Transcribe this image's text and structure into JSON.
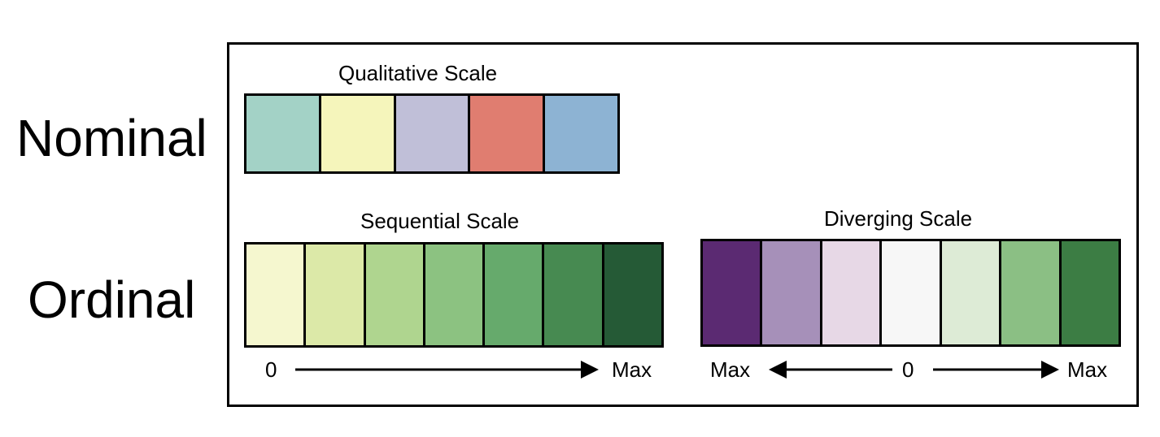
{
  "rows": {
    "nominal": "Nominal",
    "ordinal": "Ordinal"
  },
  "qualitative": {
    "title": "Qualitative Scale",
    "colors": [
      "#a3d2c6",
      "#f5f5bb",
      "#c0bfd8",
      "#e07d70",
      "#8db3d3"
    ]
  },
  "sequential": {
    "title": "Sequential Scale",
    "colors": [
      "#f5f7cf",
      "#dce9a8",
      "#afd58f",
      "#8cc281",
      "#66aa6c",
      "#478a51",
      "#255a36"
    ],
    "start_label": "0",
    "end_label": "Max"
  },
  "diverging": {
    "title": "Diverging Scale",
    "colors": [
      "#5b2a72",
      "#a690b9",
      "#e7d8e6",
      "#f7f7f7",
      "#ddebd6",
      "#8bbf84",
      "#3c7d44"
    ],
    "left_label": "Max",
    "center_label": "0",
    "right_label": "Max"
  }
}
